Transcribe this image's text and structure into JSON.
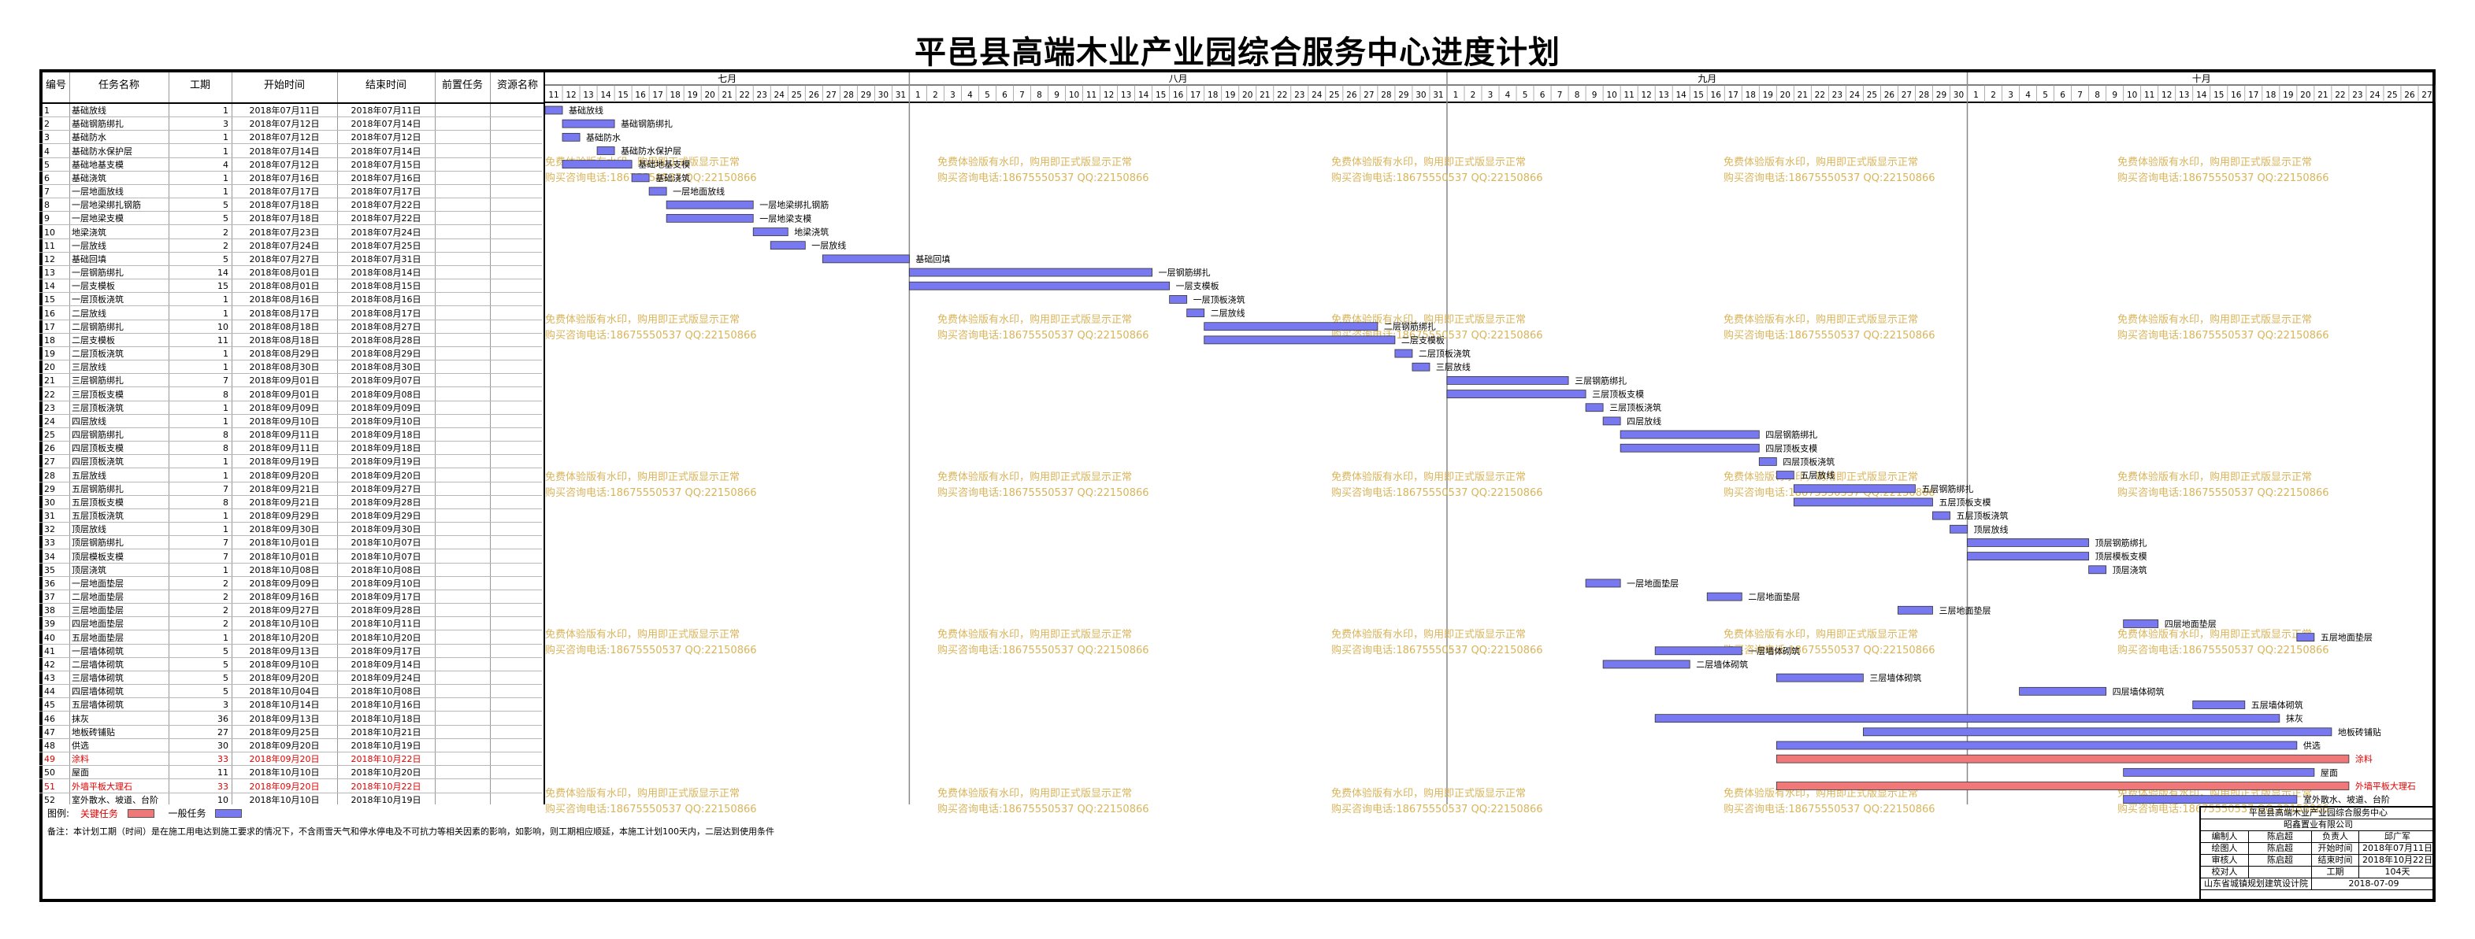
{
  "page": {
    "title": "平邑县高端木业产业园综合服务中心进度计划"
  },
  "table": {
    "headers": {
      "id": "编号",
      "name": "任务名称",
      "duration": "工期",
      "start": "开始时间",
      "end": "结束时间",
      "prev": "前置任务",
      "resource": "资源名称"
    }
  },
  "chart_data": {
    "type": "gantt",
    "title": "平邑县高端木业产业园综合服务中心进度计划",
    "date_range": [
      "2018-07-11",
      "2018-10-27"
    ],
    "months": [
      {
        "label": "七月",
        "start": "2018-07-11",
        "end": "2018-07-31"
      },
      {
        "label": "八月",
        "start": "2018-08-01",
        "end": "2018-08-31"
      },
      {
        "label": "九月",
        "start": "2018-09-01",
        "end": "2018-09-30"
      },
      {
        "label": "十月",
        "start": "2018-10-01",
        "end": "2018-10-27"
      }
    ],
    "colors": {
      "critical": "#f07878",
      "normal": "#7878f0"
    },
    "tasks": [
      {
        "id": "1",
        "name": "基础放线",
        "duration": "1",
        "start": "2018年07月11日",
        "end": "2018年07月11日",
        "s": "2018-07-11",
        "e": "2018-07-11",
        "critical": false
      },
      {
        "id": "2",
        "name": "基础钢筋绑扎",
        "duration": "3",
        "start": "2018年07月12日",
        "end": "2018年07月14日",
        "s": "2018-07-12",
        "e": "2018-07-14",
        "critical": false
      },
      {
        "id": "3",
        "name": "基础防水",
        "duration": "1",
        "start": "2018年07月12日",
        "end": "2018年07月12日",
        "s": "2018-07-12",
        "e": "2018-07-12",
        "critical": false
      },
      {
        "id": "4",
        "name": "基础防水保护层",
        "duration": "1",
        "start": "2018年07月14日",
        "end": "2018年07月14日",
        "s": "2018-07-14",
        "e": "2018-07-14",
        "critical": false
      },
      {
        "id": "5",
        "name": "基础地基支模",
        "duration": "4",
        "start": "2018年07月12日",
        "end": "2018年07月15日",
        "s": "2018-07-12",
        "e": "2018-07-15",
        "critical": false
      },
      {
        "id": "6",
        "name": "基础浇筑",
        "duration": "1",
        "start": "2018年07月16日",
        "end": "2018年07月16日",
        "s": "2018-07-16",
        "e": "2018-07-16",
        "critical": false
      },
      {
        "id": "7",
        "name": "一层地面放线",
        "duration": "1",
        "start": "2018年07月17日",
        "end": "2018年07月17日",
        "s": "2018-07-17",
        "e": "2018-07-17",
        "critical": false
      },
      {
        "id": "8",
        "name": "一层地梁绑扎钢筋",
        "duration": "5",
        "start": "2018年07月18日",
        "end": "2018年07月22日",
        "s": "2018-07-18",
        "e": "2018-07-22",
        "critical": false
      },
      {
        "id": "9",
        "name": "一层地梁支模",
        "duration": "5",
        "start": "2018年07月18日",
        "end": "2018年07月22日",
        "s": "2018-07-18",
        "e": "2018-07-22",
        "critical": false
      },
      {
        "id": "10",
        "name": "地梁浇筑",
        "duration": "2",
        "start": "2018年07月23日",
        "end": "2018年07月24日",
        "s": "2018-07-23",
        "e": "2018-07-24",
        "critical": false
      },
      {
        "id": "11",
        "name": "一层放线",
        "duration": "2",
        "start": "2018年07月24日",
        "end": "2018年07月25日",
        "s": "2018-07-24",
        "e": "2018-07-25",
        "critical": false
      },
      {
        "id": "12",
        "name": "基础回填",
        "duration": "5",
        "start": "2018年07月27日",
        "end": "2018年07月31日",
        "s": "2018-07-27",
        "e": "2018-07-31",
        "critical": false
      },
      {
        "id": "13",
        "name": "一层钢筋绑扎",
        "duration": "14",
        "start": "2018年08月01日",
        "end": "2018年08月14日",
        "s": "2018-08-01",
        "e": "2018-08-14",
        "critical": false
      },
      {
        "id": "14",
        "name": "一层支模板",
        "duration": "15",
        "start": "2018年08月01日",
        "end": "2018年08月15日",
        "s": "2018-08-01",
        "e": "2018-08-15",
        "critical": false
      },
      {
        "id": "15",
        "name": "一层顶板浇筑",
        "duration": "1",
        "start": "2018年08月16日",
        "end": "2018年08月16日",
        "s": "2018-08-16",
        "e": "2018-08-16",
        "critical": false
      },
      {
        "id": "16",
        "name": "二层放线",
        "duration": "1",
        "start": "2018年08月17日",
        "end": "2018年08月17日",
        "s": "2018-08-17",
        "e": "2018-08-17",
        "critical": false
      },
      {
        "id": "17",
        "name": "二层钢筋绑扎",
        "duration": "10",
        "start": "2018年08月18日",
        "end": "2018年08月27日",
        "s": "2018-08-18",
        "e": "2018-08-27",
        "critical": false
      },
      {
        "id": "18",
        "name": "二层支模板",
        "duration": "11",
        "start": "2018年08月18日",
        "end": "2018年08月28日",
        "s": "2018-08-18",
        "e": "2018-08-28",
        "critical": false
      },
      {
        "id": "19",
        "name": "二层顶板浇筑",
        "duration": "1",
        "start": "2018年08月29日",
        "end": "2018年08月29日",
        "s": "2018-08-29",
        "e": "2018-08-29",
        "critical": false
      },
      {
        "id": "20",
        "name": "三层放线",
        "duration": "1",
        "start": "2018年08月30日",
        "end": "2018年08月30日",
        "s": "2018-08-30",
        "e": "2018-08-30",
        "critical": false
      },
      {
        "id": "21",
        "name": "三层钢筋绑扎",
        "duration": "7",
        "start": "2018年09月01日",
        "end": "2018年09月07日",
        "s": "2018-09-01",
        "e": "2018-09-07",
        "critical": false
      },
      {
        "id": "22",
        "name": "三层顶板支模",
        "duration": "8",
        "start": "2018年09月01日",
        "end": "2018年09月08日",
        "s": "2018-09-01",
        "e": "2018-09-08",
        "critical": false
      },
      {
        "id": "23",
        "name": "三层顶板浇筑",
        "duration": "1",
        "start": "2018年09月09日",
        "end": "2018年09月09日",
        "s": "2018-09-09",
        "e": "2018-09-09",
        "critical": false
      },
      {
        "id": "24",
        "name": "四层放线",
        "duration": "1",
        "start": "2018年09月10日",
        "end": "2018年09月10日",
        "s": "2018-09-10",
        "e": "2018-09-10",
        "critical": false
      },
      {
        "id": "25",
        "name": "四层钢筋绑扎",
        "duration": "8",
        "start": "2018年09月11日",
        "end": "2018年09月18日",
        "s": "2018-09-11",
        "e": "2018-09-18",
        "critical": false
      },
      {
        "id": "26",
        "name": "四层顶板支模",
        "duration": "8",
        "start": "2018年09月11日",
        "end": "2018年09月18日",
        "s": "2018-09-11",
        "e": "2018-09-18",
        "critical": false
      },
      {
        "id": "27",
        "name": "四层顶板浇筑",
        "duration": "1",
        "start": "2018年09月19日",
        "end": "2018年09月19日",
        "s": "2018-09-19",
        "e": "2018-09-19",
        "critical": false
      },
      {
        "id": "28",
        "name": "五层放线",
        "duration": "1",
        "start": "2018年09月20日",
        "end": "2018年09月20日",
        "s": "2018-09-20",
        "e": "2018-09-20",
        "critical": false
      },
      {
        "id": "29",
        "name": "五层钢筋绑扎",
        "duration": "7",
        "start": "2018年09月21日",
        "end": "2018年09月27日",
        "s": "2018-09-21",
        "e": "2018-09-27",
        "critical": false
      },
      {
        "id": "30",
        "name": "五层顶板支模",
        "duration": "8",
        "start": "2018年09月21日",
        "end": "2018年09月28日",
        "s": "2018-09-21",
        "e": "2018-09-28",
        "critical": false
      },
      {
        "id": "31",
        "name": "五层顶板浇筑",
        "duration": "1",
        "start": "2018年09月29日",
        "end": "2018年09月29日",
        "s": "2018-09-29",
        "e": "2018-09-29",
        "critical": false
      },
      {
        "id": "32",
        "name": "顶层放线",
        "duration": "1",
        "start": "2018年09月30日",
        "end": "2018年09月30日",
        "s": "2018-09-30",
        "e": "2018-09-30",
        "critical": false
      },
      {
        "id": "33",
        "name": "顶层钢筋绑扎",
        "duration": "7",
        "start": "2018年10月01日",
        "end": "2018年10月07日",
        "s": "2018-10-01",
        "e": "2018-10-07",
        "critical": false
      },
      {
        "id": "34",
        "name": "顶层模板支模",
        "duration": "7",
        "start": "2018年10月01日",
        "end": "2018年10月07日",
        "s": "2018-10-01",
        "e": "2018-10-07",
        "critical": false
      },
      {
        "id": "35",
        "name": "顶层浇筑",
        "duration": "1",
        "start": "2018年10月08日",
        "end": "2018年10月08日",
        "s": "2018-10-08",
        "e": "2018-10-08",
        "critical": false
      },
      {
        "id": "36",
        "name": "一层地面垫层",
        "duration": "2",
        "start": "2018年09月09日",
        "end": "2018年09月10日",
        "s": "2018-09-09",
        "e": "2018-09-10",
        "critical": false
      },
      {
        "id": "37",
        "name": "二层地面垫层",
        "duration": "2",
        "start": "2018年09月16日",
        "end": "2018年09月17日",
        "s": "2018-09-16",
        "e": "2018-09-17",
        "critical": false
      },
      {
        "id": "38",
        "name": "三层地面垫层",
        "duration": "2",
        "start": "2018年09月27日",
        "end": "2018年09月28日",
        "s": "2018-09-27",
        "e": "2018-09-28",
        "critical": false
      },
      {
        "id": "39",
        "name": "四层地面垫层",
        "duration": "2",
        "start": "2018年10月10日",
        "end": "2018年10月11日",
        "s": "2018-10-10",
        "e": "2018-10-11",
        "critical": false
      },
      {
        "id": "40",
        "name": "五层地面垫层",
        "duration": "1",
        "start": "2018年10月20日",
        "end": "2018年10月20日",
        "s": "2018-10-20",
        "e": "2018-10-20",
        "critical": false
      },
      {
        "id": "41",
        "name": "一层墙体砌筑",
        "duration": "5",
        "start": "2018年09月13日",
        "end": "2018年09月17日",
        "s": "2018-09-13",
        "e": "2018-09-17",
        "critical": false
      },
      {
        "id": "42",
        "name": "二层墙体砌筑",
        "duration": "5",
        "start": "2018年09月10日",
        "end": "2018年09月14日",
        "s": "2018-09-10",
        "e": "2018-09-14",
        "critical": false
      },
      {
        "id": "43",
        "name": "三层墙体砌筑",
        "duration": "5",
        "start": "2018年09月20日",
        "end": "2018年09月24日",
        "s": "2018-09-20",
        "e": "2018-09-24",
        "critical": false
      },
      {
        "id": "44",
        "name": "四层墙体砌筑",
        "duration": "5",
        "start": "2018年10月04日",
        "end": "2018年10月08日",
        "s": "2018-10-04",
        "e": "2018-10-08",
        "critical": false
      },
      {
        "id": "45",
        "name": "五层墙体砌筑",
        "duration": "3",
        "start": "2018年10月14日",
        "end": "2018年10月16日",
        "s": "2018-10-14",
        "e": "2018-10-16",
        "critical": false
      },
      {
        "id": "46",
        "name": "抹灰",
        "duration": "36",
        "start": "2018年09月13日",
        "end": "2018年10月18日",
        "s": "2018-09-13",
        "e": "2018-10-18",
        "critical": false
      },
      {
        "id": "47",
        "name": "地板砖铺贴",
        "duration": "27",
        "start": "2018年09月25日",
        "end": "2018年10月21日",
        "s": "2018-09-25",
        "e": "2018-10-21",
        "critical": false
      },
      {
        "id": "48",
        "name": "供选",
        "duration": "30",
        "start": "2018年09月20日",
        "end": "2018年10月19日",
        "s": "2018-09-20",
        "e": "2018-10-19",
        "critical": false
      },
      {
        "id": "49",
        "name": "涂料",
        "duration": "33",
        "start": "2018年09月20日",
        "end": "2018年10月22日",
        "s": "2018-09-20",
        "e": "2018-10-22",
        "critical": true
      },
      {
        "id": "50",
        "name": "屋面",
        "duration": "11",
        "start": "2018年10月10日",
        "end": "2018年10月20日",
        "s": "2018-10-10",
        "e": "2018-10-20",
        "critical": false
      },
      {
        "id": "51",
        "name": "外墙平板大理石",
        "duration": "33",
        "start": "2018年09月20日",
        "end": "2018年10月22日",
        "s": "2018-09-20",
        "e": "2018-10-22",
        "critical": true
      },
      {
        "id": "52",
        "name": "室外散水、坡道、台阶",
        "duration": "10",
        "start": "2018年10月10日",
        "end": "2018年10月19日",
        "s": "2018-10-10",
        "e": "2018-10-19",
        "critical": false
      }
    ]
  },
  "legend": {
    "label": "图例:",
    "critical": "关键任务",
    "normal": "一般任务"
  },
  "note": "备注：本计划工期（时间）是在施工用电达到施工要求的情况下，不含雨雪天气和停水停电及不可抗力等相关因素的影响，如影响，则工期相应顺延，本施工计划100天内，二层达到使用条件",
  "watermark": {
    "line1": "免费体验版有水印，购用即正式版显示正常",
    "line2": "购买咨询电话:18675550537 QQ:22150866"
  },
  "title_block": {
    "project": "平邑县高端木业产业园综合服务中心",
    "company": "昭鑫置业有限公司",
    "compiler_label": "编制人",
    "compiler": "陈启超",
    "principal_label": "负责人",
    "principal": "邱广军",
    "drawer_label": "绘图人",
    "drawer": "陈启超",
    "start_label": "开始时间",
    "start": "2018年07月11日",
    "reviewer_label": "审核人",
    "reviewer": "陈启超",
    "end_label": "结束时间",
    "end": "2018年10月22日",
    "checker_label": "校对人",
    "checker": "",
    "period_label": "工期",
    "period": "104天",
    "institute": "山东省城镇规划建筑设计院",
    "date": "2018-07-09"
  }
}
